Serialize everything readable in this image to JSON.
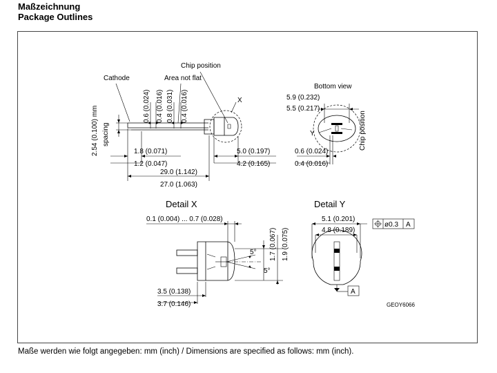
{
  "header": {
    "title_de": "Maßzeichnung",
    "title_en": "Package Outlines"
  },
  "footer": {
    "note": "Maße werden wie folgt angegeben: mm (inch) / Dimensions are specified as follows: mm (inch)."
  },
  "side_view": {
    "cathode": "Cathode",
    "area_not_flat": "Area not flat",
    "chip_position": "Chip position",
    "x_marker": "X",
    "lead_spacing": "2.54 (0.100) mm",
    "spacing": "spacing",
    "dim_lead_w_max": "0.6 (0.024)",
    "dim_lead_w_min": "0.4 (0.016)",
    "dim_lead2_max": "0.8 (0.031)",
    "dim_lead2_min": "0.4 (0.016)",
    "dim_short_max": "1.8 (0.071)",
    "dim_short_min": "1.2 (0.047)",
    "dim_body_max": "5.0 (0.197)",
    "dim_body_min": "4.2 (0.165)",
    "dim_total_max": "29.0 (1.142)",
    "dim_total_min": "27.0 (1.063)"
  },
  "bottom_view": {
    "title": "Bottom view",
    "dim_dia_max": "5.9 (0.232)",
    "dim_dia_min": "5.5 (0.217)",
    "y_marker": "Y",
    "chip_position": "Chip position",
    "dim_lead_max": "0.6 (0.024)",
    "dim_lead_min": "0.4 (0.016)"
  },
  "detail_x": {
    "title": "Detail X",
    "dim_top": "0.1 (0.004) ... 0.7 (0.028)",
    "dim_h_min": "1.7 (0.067)",
    "dim_h_max": "1.9 (0.075)",
    "angle1": "5°",
    "angle2": "5°",
    "dim_len_min": "3.5 (0.138)",
    "dim_len_max": "3.7 (0.146)"
  },
  "detail_y": {
    "title": "Detail Y",
    "dim_w_max": "5.1 (0.201)",
    "dim_w_min": "4.8 (0.189)",
    "tolerance_value": "ø0.3",
    "datum": "A",
    "datum_ref": "A",
    "drawing_code": "GEOY6066"
  }
}
